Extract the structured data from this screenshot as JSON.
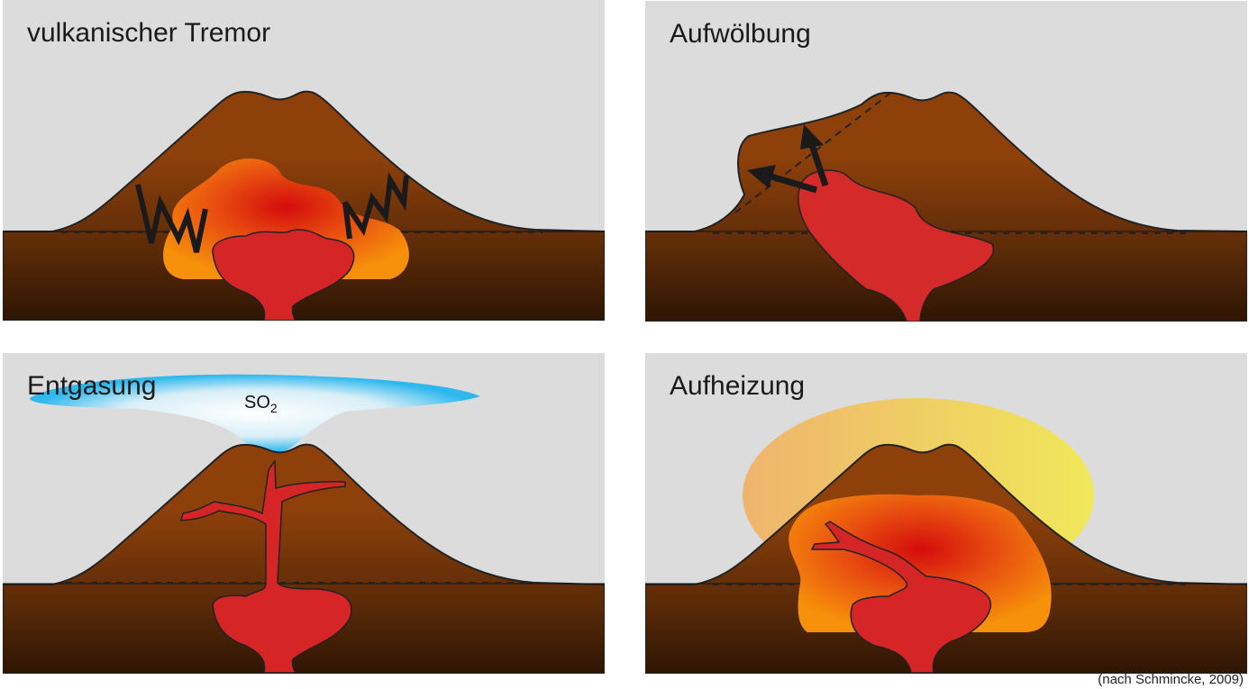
{
  "panels": [
    {
      "title": "vulkanischer Tremor"
    },
    {
      "title": "Aufwölbung"
    },
    {
      "title": "Entgasung",
      "gas_label": "SO",
      "gas_subscript": "2"
    },
    {
      "title": "Aufheizung"
    }
  ],
  "caption": "(nach Schmincke, 2009)"
}
